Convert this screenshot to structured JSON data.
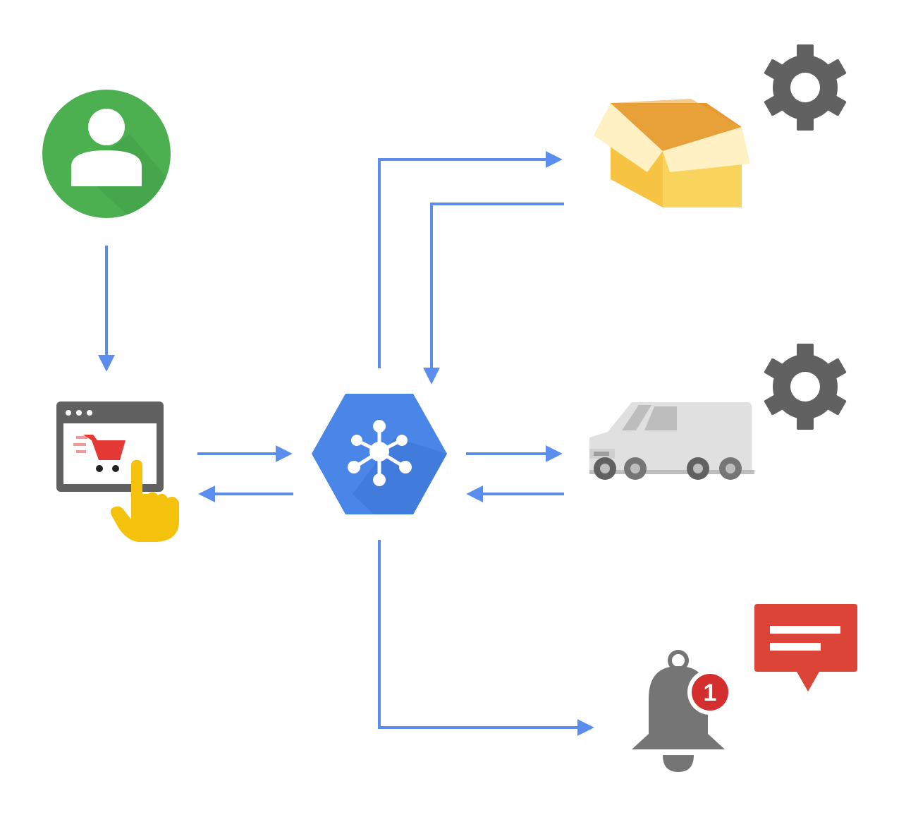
{
  "diagram": {
    "nodes": [
      {
        "id": "user",
        "icon": "user-account-icon"
      },
      {
        "id": "shop",
        "icon": "online-shopping-icon"
      },
      {
        "id": "hub",
        "icon": "pubsub-hub-icon"
      },
      {
        "id": "inventory",
        "icon": "open-box-icon",
        "service_icon": "gear-icon"
      },
      {
        "id": "delivery",
        "icon": "delivery-van-icon",
        "service_icon": "gear-icon"
      },
      {
        "id": "notification",
        "icon": "bell-icon",
        "message_icon": "chat-message-icon"
      }
    ],
    "badge": {
      "count": "1"
    },
    "edges": [
      {
        "from": "user",
        "to": "shop"
      },
      {
        "from": "shop",
        "to": "hub"
      },
      {
        "from": "hub",
        "to": "shop"
      },
      {
        "from": "hub",
        "to": "inventory"
      },
      {
        "from": "inventory",
        "to": "hub"
      },
      {
        "from": "hub",
        "to": "delivery"
      },
      {
        "from": "delivery",
        "to": "hub"
      },
      {
        "from": "hub",
        "to": "notification"
      }
    ],
    "colors": {
      "arrow": "#5b8def",
      "user_green": "#4caf50",
      "hub_blue": "#4a86e8",
      "gear_gray": "#616161",
      "box_yellow": "#f6c342",
      "cart_red": "#e53935",
      "hand_yellow": "#f4c20d",
      "bell_gray": "#757575",
      "message_red": "#db4437",
      "badge_red": "#d32f2f"
    }
  }
}
